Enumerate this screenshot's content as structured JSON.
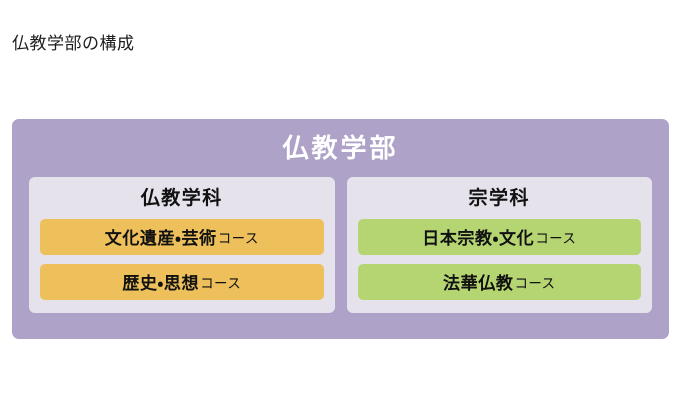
{
  "page": {
    "title": "仏教学部の構成"
  },
  "faculty": {
    "name": "仏教学部",
    "panel_color": "#aea2c8",
    "card_color": "#e5e2ec",
    "departments": [
      {
        "name": "仏教学科",
        "accent_color": "#edc05b",
        "courses": [
          {
            "main": "文化遺産・芸術",
            "suffix": "コース"
          },
          {
            "main": "歴史・思想",
            "suffix": "コース"
          }
        ]
      },
      {
        "name": "宗学科",
        "accent_color": "#b5d472",
        "courses": [
          {
            "main": "日本宗教・文化",
            "suffix": "コース"
          },
          {
            "main": "法華仏教",
            "suffix": "コース"
          }
        ]
      }
    ]
  }
}
